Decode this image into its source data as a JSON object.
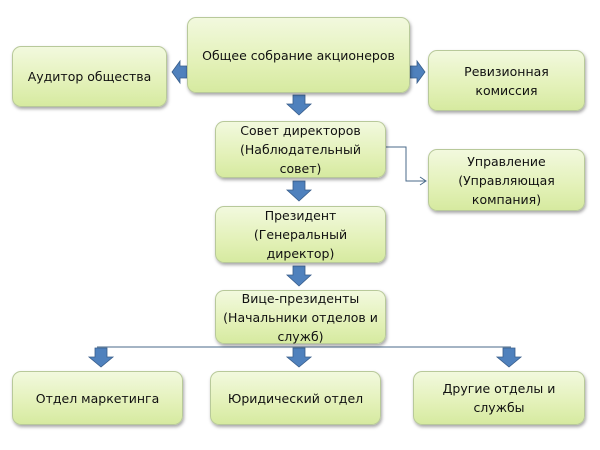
{
  "diagram": {
    "title": "Организационная структура акционерного общества",
    "nodes": {
      "shareholders": "Общее собрание акционеров",
      "auditor": "Аудитор общества",
      "audit_commission": "Ревизионная\nкомиссия",
      "board": "Совет директоров\n(Наблюдательный\nсовет)",
      "management": "Управление\n(Управляющая\nкомпания)",
      "president": "Президент\n(Генеральный\nдиректор)",
      "vice_presidents": "Вице-президенты\n(Начальники отделов и\nслужб)",
      "marketing": "Отдел маркетинга",
      "legal": "Юридический отдел",
      "other": "Другие отделы и\nслужбы"
    },
    "edges": [
      {
        "from": "shareholders",
        "to": "auditor",
        "style": "block-arrow"
      },
      {
        "from": "shareholders",
        "to": "audit_commission",
        "style": "block-arrow"
      },
      {
        "from": "shareholders",
        "to": "board",
        "style": "block-arrow"
      },
      {
        "from": "board",
        "to": "management",
        "style": "thin-elbow"
      },
      {
        "from": "board",
        "to": "president",
        "style": "block-arrow"
      },
      {
        "from": "president",
        "to": "vice_presidents",
        "style": "block-arrow"
      },
      {
        "from": "vice_presidents",
        "to": "marketing",
        "style": "block-arrow"
      },
      {
        "from": "vice_presidents",
        "to": "legal",
        "style": "block-arrow"
      },
      {
        "from": "vice_presidents",
        "to": "other",
        "style": "block-arrow"
      }
    ],
    "colors": {
      "box_fill": "#e3f1b8",
      "box_border": "#b8c99a",
      "arrow_fill": "#4f81bd",
      "arrow_stroke": "#385d8a",
      "line": "#4a6a8a"
    }
  }
}
